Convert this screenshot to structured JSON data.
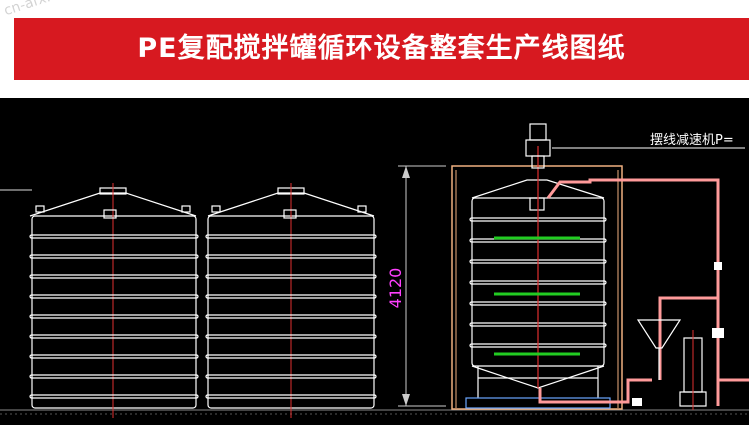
{
  "banner": {
    "title": "PE复配搅拌罐循环设备整套生产线图纸",
    "watermark": "cn-afx.cn"
  },
  "drawing": {
    "height_dimension": "4120",
    "reducer_label": "摆线减速机P="
  },
  "colors": {
    "banner_red": "#d71920",
    "cad_background": "#000000",
    "tank_lines": "#ffffff",
    "centerline": "#e03030",
    "dimension": "#ff40ff",
    "baffles": "#22cc22",
    "piping": "#ff9a9a",
    "frame": "#f0b080"
  }
}
